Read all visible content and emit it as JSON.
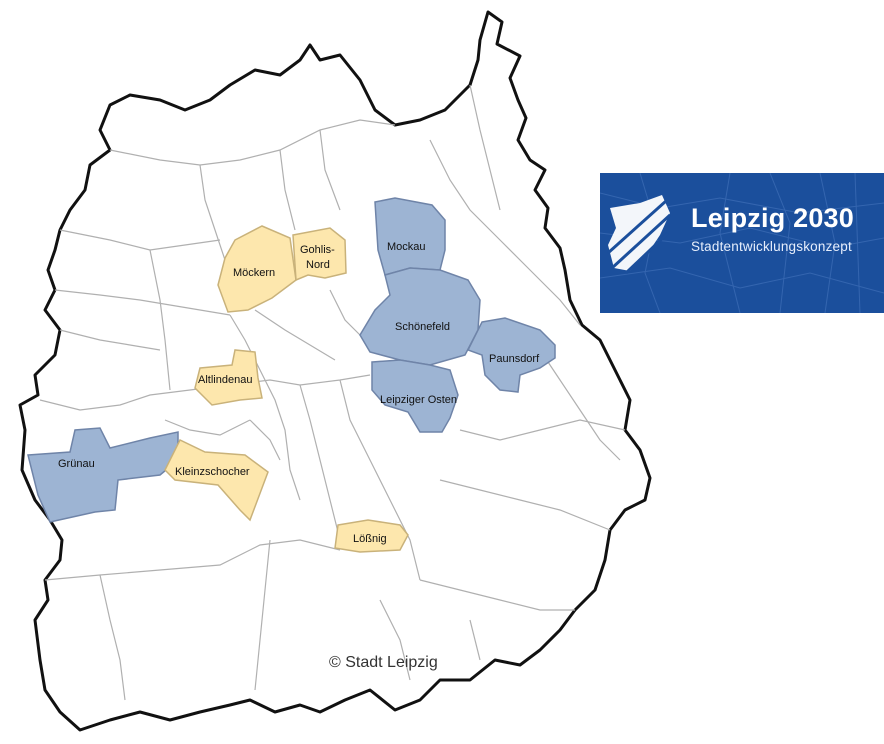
{
  "map": {
    "districts": [
      {
        "name": "Mockau",
        "category": "eastern"
      },
      {
        "name": "Schönefeld",
        "category": "eastern"
      },
      {
        "name": "Paunsdorf",
        "category": "eastern"
      },
      {
        "name": "Leipziger Osten",
        "category": "eastern"
      },
      {
        "name": "Grünau",
        "category": "western"
      },
      {
        "name": "Möckern",
        "category": "yellow"
      },
      {
        "name": "Gohlis-\nNord",
        "category": "yellow"
      },
      {
        "name": "Altlindenau",
        "category": "yellow"
      },
      {
        "name": "Kleinzschocher",
        "category": "yellow"
      },
      {
        "name": "Lößnig",
        "category": "yellow"
      }
    ],
    "labels": {
      "mockau": "Mockau",
      "schoenefeld": "Schönefeld",
      "paunsdorf": "Paunsdorf",
      "leipziger_osten": "Leipziger Osten",
      "gruenau": "Grünau",
      "moeckern": "Möckern",
      "gohlis_line1": "Gohlis-",
      "gohlis_line2": "Nord",
      "altlindenau": "Altlindenau",
      "kleinzschocher": "Kleinzschocher",
      "loessnig": "Lößnig"
    },
    "colors": {
      "blue_fill": "#9db4d3",
      "yellow_fill": "#fde7ad",
      "outline": "#111111",
      "inner_border": "#b0b0b0"
    },
    "copyright": "© Stadt Leipzig"
  },
  "logo": {
    "title": "Leipzig 2030",
    "subtitle": "Stadtentwicklungskonzept",
    "background": "#1b4f9c"
  }
}
